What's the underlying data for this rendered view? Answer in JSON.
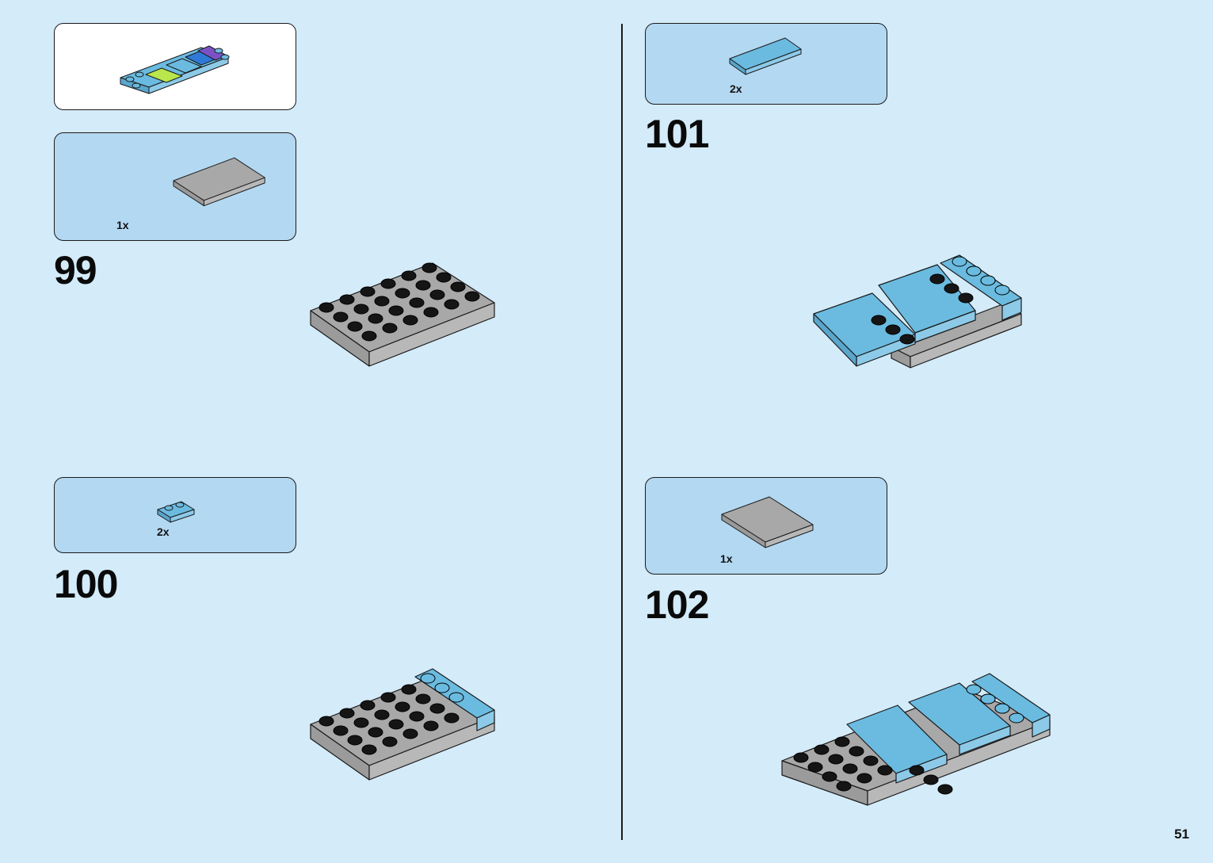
{
  "page_number": "51",
  "steps": [
    {
      "number": "99",
      "parts": [
        {
          "qty": "1x",
          "part": "gray-plate-4x6"
        }
      ]
    },
    {
      "number": "100",
      "parts": [
        {
          "qty": "2x",
          "part": "light-blue-plate-1x2"
        }
      ]
    },
    {
      "number": "101",
      "parts": [
        {
          "qty": "2x",
          "part": "light-blue-tile-2x4"
        }
      ]
    },
    {
      "number": "102",
      "parts": [
        {
          "qty": "1x",
          "part": "gray-plate-4x4"
        }
      ]
    }
  ],
  "colors": {
    "background": "#d4ebf9",
    "parts_panel": "#b3d8f2",
    "gray_brick": "#a8a8a8",
    "light_blue_brick": "#6bbbe0",
    "lime_brick": "#b9e64c",
    "blue_brick": "#2f7ad8",
    "purple_brick": "#7a52c6"
  }
}
